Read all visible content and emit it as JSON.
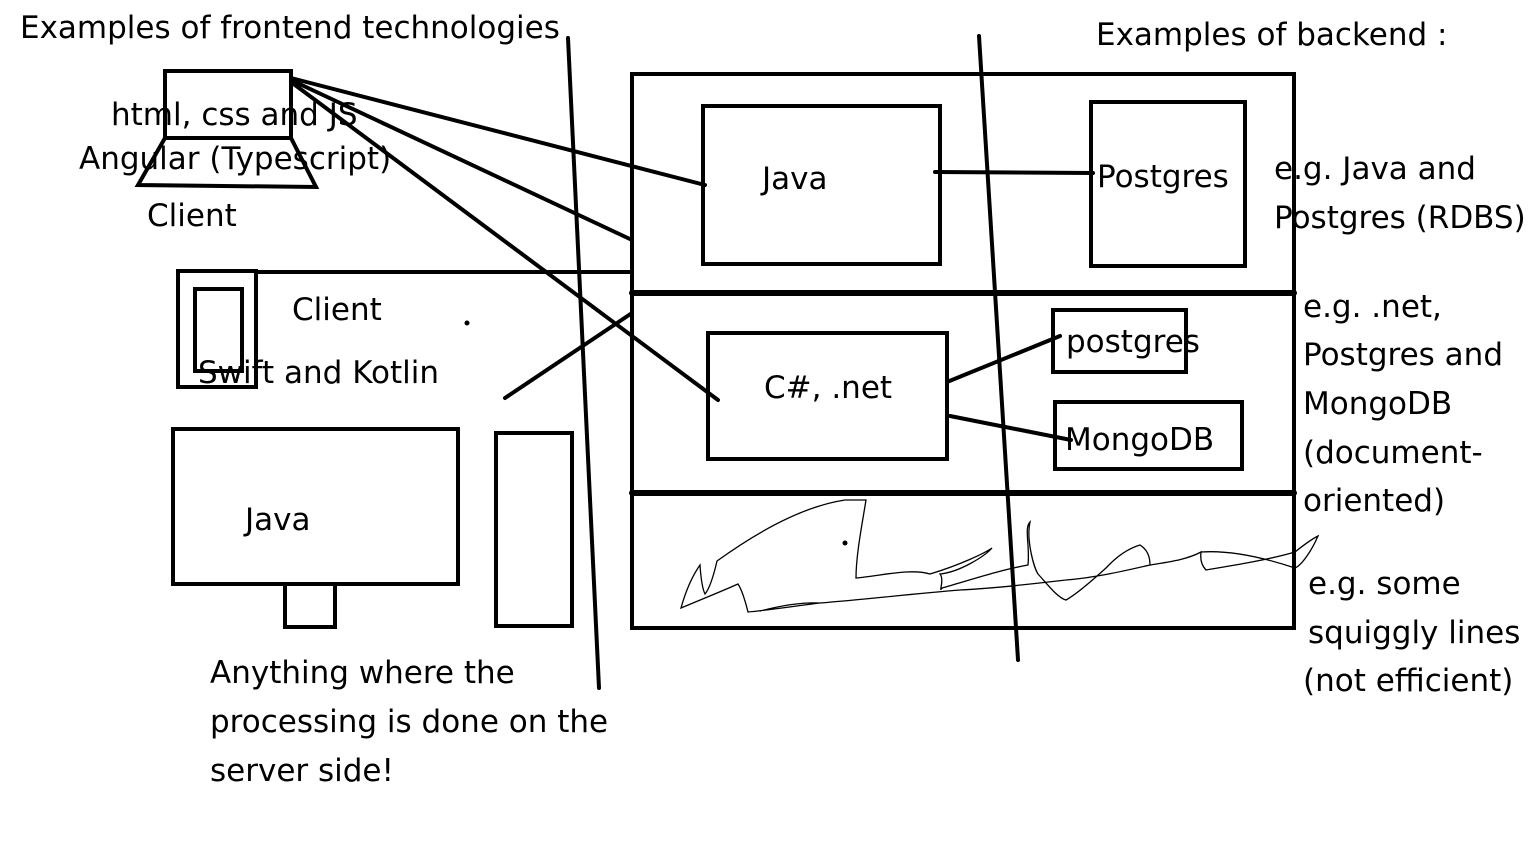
{
  "labels": {
    "frontend_heading": "Examples of frontend technologies",
    "backend_heading": "Examples of backend :",
    "laptop_tech_line1": "html, css and JS",
    "laptop_tech_line2": "Angular (Typescript)",
    "laptop_client": "Client",
    "phone_client": "Client",
    "phone_tech": "Swift and Kotlin",
    "desktop_tech": "Java",
    "server_side_note": [
      "Anything where the",
      "processing is done on the",
      "server side!"
    ]
  },
  "stacks": [
    {
      "server": "Java",
      "databases": [
        "Postgres"
      ],
      "note": [
        "e.g. Java and",
        "Postgres (RDBS)"
      ]
    },
    {
      "server": "C#, .net",
      "databases": [
        "postgres",
        "MongoDB"
      ],
      "note": [
        "e.g. .net,",
        "Postgres and",
        "MongoDB",
        "(document-",
        "oriented)"
      ]
    },
    {
      "server": "",
      "databases": [],
      "note": [
        "e.g. some",
        "squiggly lines",
        "(not efficient)"
      ]
    }
  ],
  "icons": [
    "laptop-icon",
    "phone-icon",
    "desktop-monitor-icon",
    "desktop-tower-icon"
  ],
  "colors": {
    "ink": "#000000",
    "background": "#ffffff"
  }
}
